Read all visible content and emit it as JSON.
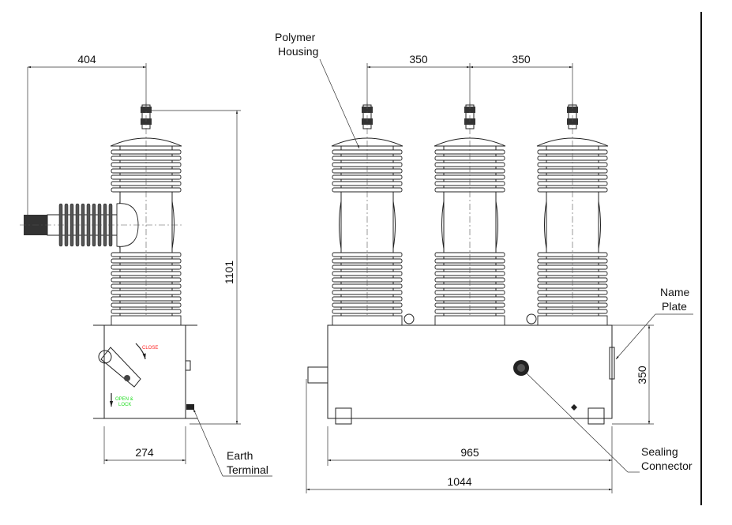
{
  "title": "Outdoor Vacuum Circuit Breaker Dimension Drawing",
  "dimensions": {
    "side_width_top": "404",
    "side_height": "1101",
    "side_base": "274",
    "pole_spacing_1": "350",
    "pole_spacing_2": "350",
    "tank_height": "350",
    "tank_width": "965",
    "overall_width": "1044"
  },
  "labels": {
    "polymer_housing_1": "Polymer",
    "polymer_housing_2": "Housing",
    "name_plate_1": "Name",
    "name_plate_2": "Plate",
    "sealing_connector_1": "Sealing",
    "sealing_connector_2": "Connector",
    "earth_terminal_1": "Earth",
    "earth_terminal_2": "Terminal",
    "close": "CLOSE",
    "open_lock_1": "OPEN &",
    "open_lock_2": "LOCK"
  },
  "colors": {
    "close": "#ff2020",
    "open_lock": "#22dd22"
  }
}
